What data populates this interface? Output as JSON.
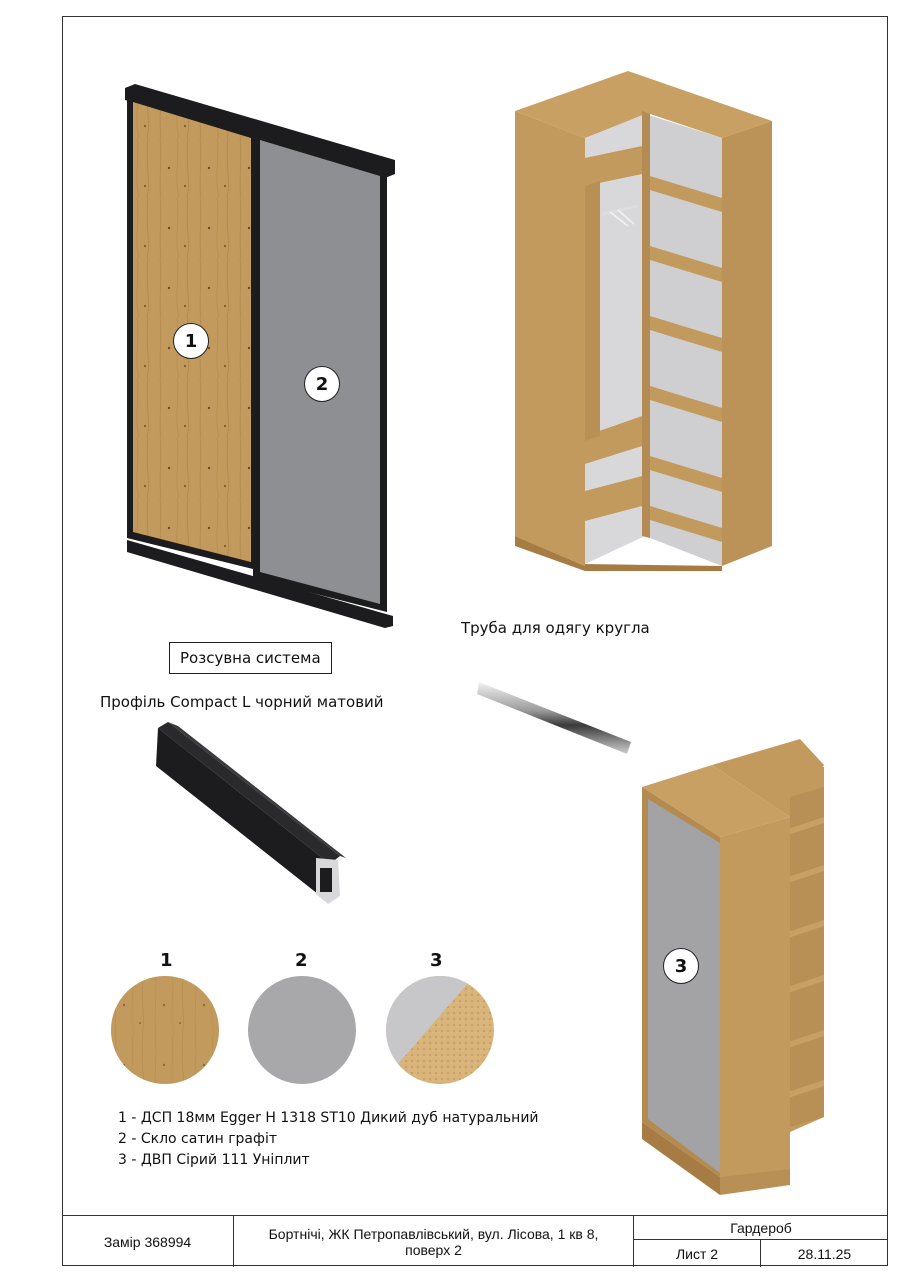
{
  "labels": {
    "sliding_system": "Розсувна система",
    "profile": "Профіль Compact L чорний матовий",
    "rail": "Труба для одягу кругла"
  },
  "markers": {
    "door_1": "1",
    "door_2": "2",
    "side_panel_3": "3"
  },
  "swatches": [
    {
      "number": "1",
      "color": "#c39a5e"
    },
    {
      "number": "2",
      "color": "#a8a8aa"
    },
    {
      "number": "3",
      "color": "#c7c7c9"
    }
  ],
  "legend": [
    "1 - ДСП 18мм Egger H 1318 ST10 Дикий дуб натуральний",
    "2 - Скло сатин графіт",
    "3 - ДВП Сірий 111 Уніплит"
  ],
  "title_block": {
    "order": "Замір 368994",
    "address": "Бортнічі, ЖК Петропавлівський, вул. Лісова, 1 кв 8, поверх 2",
    "product": "Гардероб",
    "sheet": "Лист 2",
    "date": "28.11.25"
  },
  "colors": {
    "oak": "#c39a5e",
    "oak_dark": "#a77c44",
    "glass": "#8e8f92",
    "profile_black": "#1c1c1e",
    "hdf_grey": "#c7c7c9"
  }
}
